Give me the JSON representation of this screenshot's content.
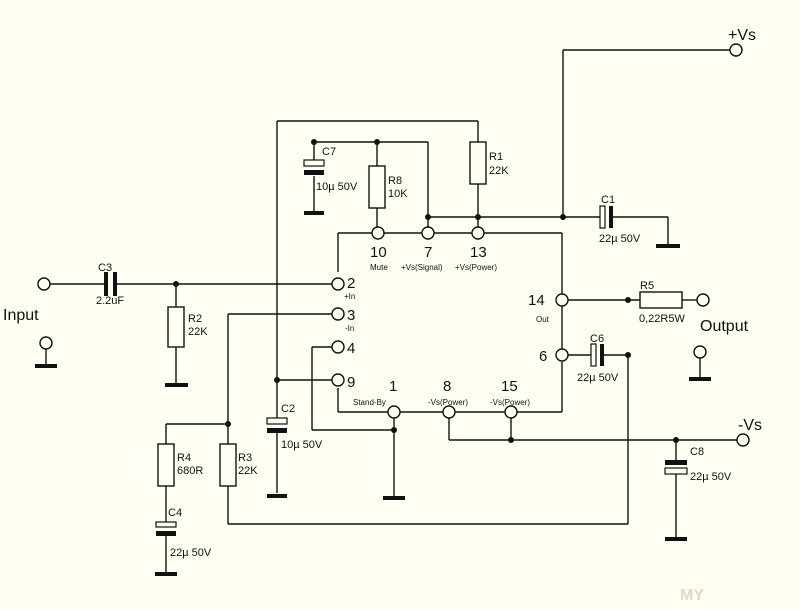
{
  "labels": {
    "vs_plus": "+Vs",
    "vs_minus": "-Vs",
    "input": "Input",
    "output": "Output"
  },
  "pins": [
    {
      "num": "10",
      "func": "Mute"
    },
    {
      "num": "7",
      "func": "+Vs(Signal)"
    },
    {
      "num": "13",
      "func": "+Vs(Power)"
    },
    {
      "num": "2",
      "func": "+In"
    },
    {
      "num": "3",
      "func": "-In"
    },
    {
      "num": "4",
      "func": ""
    },
    {
      "num": "9",
      "func": ""
    },
    {
      "num": "14",
      "func": "Out"
    },
    {
      "num": "6",
      "func": ""
    },
    {
      "num": "1",
      "func": "Stand-By"
    },
    {
      "num": "8",
      "func": "-Vs(Power)"
    },
    {
      "num": "15",
      "func": "-Vs(Power)"
    }
  ],
  "components": {
    "C1": {
      "name": "C1",
      "value": "22µ 50V"
    },
    "C2": {
      "name": "C2",
      "value": "10µ 50V"
    },
    "C3": {
      "name": "C3",
      "value": "2.2uF"
    },
    "C4": {
      "name": "C4",
      "value": "22µ 50V"
    },
    "C6": {
      "name": "C6",
      "value": "22µ 50V"
    },
    "C7": {
      "name": "C7",
      "value": "10µ 50V"
    },
    "C8": {
      "name": "C8",
      "value": "22µ 50V"
    },
    "R1": {
      "name": "R1",
      "value": "22K"
    },
    "R2": {
      "name": "R2",
      "value": "22K"
    },
    "R3": {
      "name": "R3",
      "value": "22K"
    },
    "R4": {
      "name": "R4",
      "value": "680R"
    },
    "R5": {
      "name": "R5",
      "value": "0,22R5W"
    },
    "R8": {
      "name": "R8",
      "value": "10K"
    }
  },
  "watermark": "MY"
}
